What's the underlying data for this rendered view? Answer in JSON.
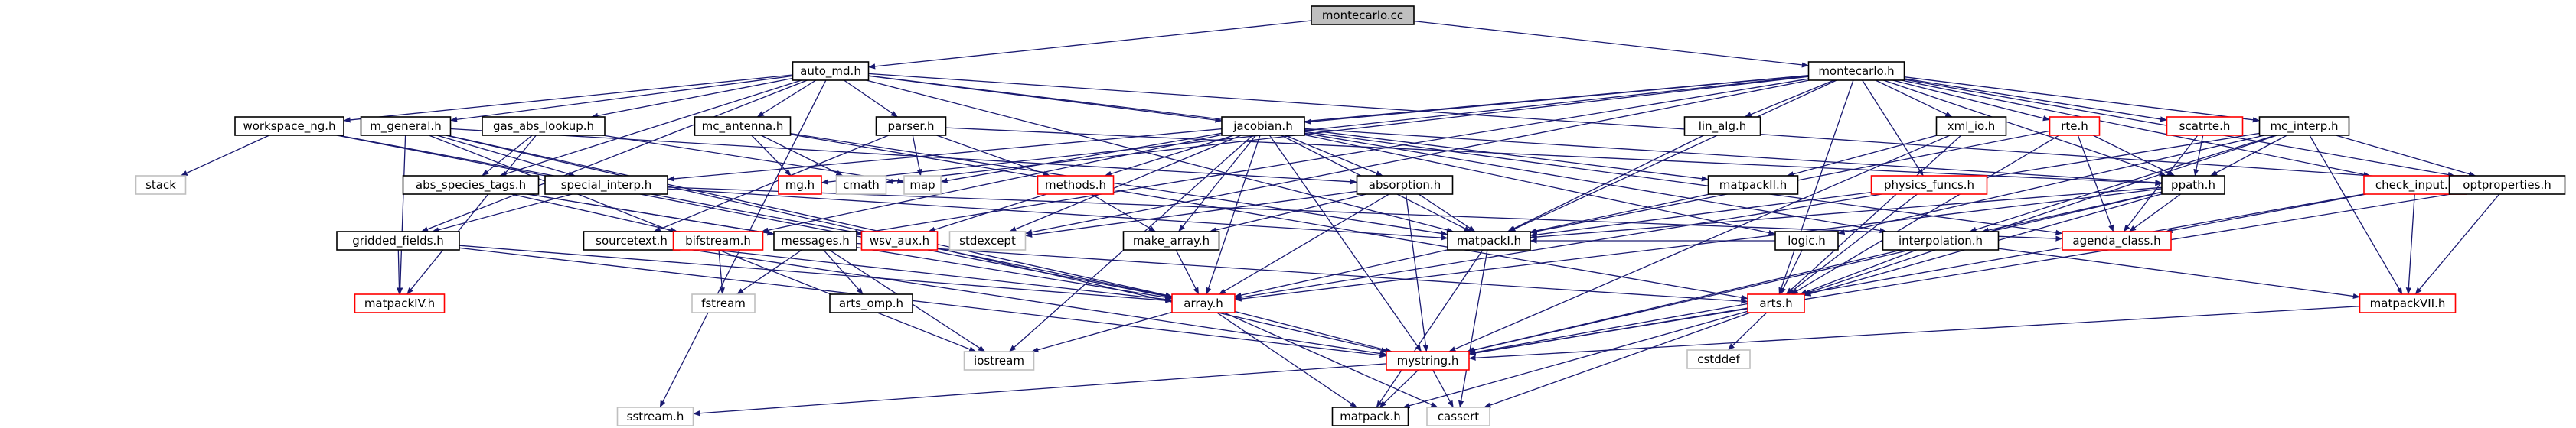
{
  "title": "",
  "colors": {
    "root_fill": "#bfbfbf",
    "node_fill": "#ffffff",
    "node_border": "#000000",
    "linked_border": "#ff0000",
    "external_border": "#bfbfbf",
    "edge": "#191970",
    "background": "#ffffff"
  },
  "nodes": [
    {
      "id": "montecarlo_cc",
      "label": "montecarlo.cc",
      "kind": "root"
    },
    {
      "id": "auto_md_h",
      "label": "auto_md.h",
      "kind": "normal"
    },
    {
      "id": "montecarlo_h",
      "label": "montecarlo.h",
      "kind": "normal"
    },
    {
      "id": "workspace_ng_h",
      "label": "workspace_ng.h",
      "kind": "normal"
    },
    {
      "id": "m_general_h",
      "label": "m_general.h",
      "kind": "normal"
    },
    {
      "id": "gas_abs_lookup_h",
      "label": "gas_abs_lookup.h",
      "kind": "normal"
    },
    {
      "id": "mc_antenna_h",
      "label": "mc_antenna.h",
      "kind": "normal"
    },
    {
      "id": "parser_h",
      "label": "parser.h",
      "kind": "normal"
    },
    {
      "id": "jacobian_h",
      "label": "jacobian.h",
      "kind": "normal"
    },
    {
      "id": "lin_alg_h",
      "label": "lin_alg.h",
      "kind": "normal"
    },
    {
      "id": "xml_io_h",
      "label": "xml_io.h",
      "kind": "normal"
    },
    {
      "id": "rte_h",
      "label": "rte.h",
      "kind": "linked"
    },
    {
      "id": "scatrte_h",
      "label": "scatrte.h",
      "kind": "linked"
    },
    {
      "id": "mc_interp_h",
      "label": "mc_interp.h",
      "kind": "normal"
    },
    {
      "id": "stack",
      "label": "stack",
      "kind": "external"
    },
    {
      "id": "special_interp_h",
      "label": "special_interp.h",
      "kind": "normal"
    },
    {
      "id": "abs_species_tags_h",
      "label": "abs_species_tags.h",
      "kind": "normal"
    },
    {
      "id": "methods_h",
      "label": "methods.h",
      "kind": "linked"
    },
    {
      "id": "mg_h",
      "label": "mg.h",
      "kind": "linked"
    },
    {
      "id": "cmath",
      "label": "cmath",
      "kind": "external"
    },
    {
      "id": "map",
      "label": "map",
      "kind": "external"
    },
    {
      "id": "absorption_h",
      "label": "absorption.h",
      "kind": "normal"
    },
    {
      "id": "matpackII_h",
      "label": "matpackII.h",
      "kind": "normal"
    },
    {
      "id": "physics_funcs_h",
      "label": "physics_funcs.h",
      "kind": "linked"
    },
    {
      "id": "ppath_h",
      "label": "ppath.h",
      "kind": "normal"
    },
    {
      "id": "check_input_h",
      "label": "check_input.h",
      "kind": "linked"
    },
    {
      "id": "optproperties_h",
      "label": "optproperties.h",
      "kind": "normal"
    },
    {
      "id": "gridded_fields_h",
      "label": "gridded_fields.h",
      "kind": "normal"
    },
    {
      "id": "sourcetext_h",
      "label": "sourcetext.h",
      "kind": "normal"
    },
    {
      "id": "bifstream_h",
      "label": "bifstream.h",
      "kind": "linked"
    },
    {
      "id": "messages_h",
      "label": "messages.h",
      "kind": "normal"
    },
    {
      "id": "wsv_aux_h",
      "label": "wsv_aux.h",
      "kind": "linked"
    },
    {
      "id": "stdexcept",
      "label": "stdexcept",
      "kind": "external"
    },
    {
      "id": "make_array_h",
      "label": "make_array.h",
      "kind": "normal"
    },
    {
      "id": "matpackI_h",
      "label": "matpackI.h",
      "kind": "normal"
    },
    {
      "id": "logic_h",
      "label": "logic.h",
      "kind": "normal"
    },
    {
      "id": "interpolation_h",
      "label": "interpolation.h",
      "kind": "normal"
    },
    {
      "id": "agenda_class_h",
      "label": "agenda_class.h",
      "kind": "linked"
    },
    {
      "id": "matpackIV_h",
      "label": "matpackIV.h",
      "kind": "linked"
    },
    {
      "id": "fstream",
      "label": "fstream",
      "kind": "external"
    },
    {
      "id": "arts_omp_h",
      "label": "arts_omp.h",
      "kind": "normal"
    },
    {
      "id": "array_h",
      "label": "array.h",
      "kind": "linked"
    },
    {
      "id": "arts_h",
      "label": "arts.h",
      "kind": "linked"
    },
    {
      "id": "cstddef",
      "label": "cstddef",
      "kind": "external"
    },
    {
      "id": "matpackVII_h",
      "label": "matpackVII.h",
      "kind": "linked"
    },
    {
      "id": "iostream",
      "label": "iostream",
      "kind": "external"
    },
    {
      "id": "mystring_h",
      "label": "mystring.h",
      "kind": "linked"
    },
    {
      "id": "sstream_h",
      "label": "sstream.h",
      "kind": "external"
    },
    {
      "id": "matpack_h",
      "label": "matpack.h",
      "kind": "normal"
    },
    {
      "id": "cassert",
      "label": "cassert",
      "kind": "external"
    }
  ],
  "edges": [
    [
      "montecarlo_cc",
      "auto_md_h"
    ],
    [
      "montecarlo_cc",
      "montecarlo_h"
    ],
    [
      "auto_md_h",
      "workspace_ng_h"
    ],
    [
      "auto_md_h",
      "m_general_h"
    ],
    [
      "auto_md_h",
      "gas_abs_lookup_h"
    ],
    [
      "auto_md_h",
      "mc_antenna_h"
    ],
    [
      "auto_md_h",
      "parser_h"
    ],
    [
      "auto_md_h",
      "jacobian_h"
    ],
    [
      "auto_md_h",
      "abs_species_tags_h"
    ],
    [
      "auto_md_h",
      "gridded_fields_h"
    ],
    [
      "auto_md_h",
      "matpackI_h"
    ],
    [
      "auto_md_h",
      "matpackII_h"
    ],
    [
      "auto_md_h",
      "optproperties_h"
    ],
    [
      "auto_md_h",
      "sstream_h"
    ],
    [
      "montecarlo_h",
      "lin_alg_h"
    ],
    [
      "montecarlo_h",
      "xml_io_h"
    ],
    [
      "montecarlo_h",
      "rte_h"
    ],
    [
      "montecarlo_h",
      "scatrte_h"
    ],
    [
      "montecarlo_h",
      "mc_interp_h"
    ],
    [
      "montecarlo_h",
      "check_input_h"
    ],
    [
      "montecarlo_h",
      "optproperties_h"
    ],
    [
      "montecarlo_h",
      "physics_funcs_h"
    ],
    [
      "montecarlo_h",
      "ppath_h"
    ],
    [
      "montecarlo_h",
      "special_interp_h"
    ],
    [
      "montecarlo_h",
      "mg_h"
    ],
    [
      "montecarlo_h",
      "cmath"
    ],
    [
      "montecarlo_h",
      "stdexcept"
    ],
    [
      "montecarlo_h",
      "matpackI_h"
    ],
    [
      "montecarlo_h",
      "arts_h"
    ],
    [
      "montecarlo_h",
      "messages_h"
    ],
    [
      "montecarlo_h",
      "jacobian_h"
    ],
    [
      "workspace_ng_h",
      "stack"
    ],
    [
      "workspace_ng_h",
      "wsv_aux_h"
    ],
    [
      "workspace_ng_h",
      "array_h"
    ],
    [
      "m_general_h",
      "special_interp_h"
    ],
    [
      "m_general_h",
      "absorption_h"
    ],
    [
      "m_general_h",
      "mystring_h"
    ],
    [
      "m_general_h",
      "iostream"
    ],
    [
      "m_general_h",
      "matpackIV_h"
    ],
    [
      "m_general_h",
      "array_h"
    ],
    [
      "gas_abs_lookup_h",
      "abs_species_tags_h"
    ],
    [
      "gas_abs_lookup_h",
      "matpackIV_h"
    ],
    [
      "gas_abs_lookup_h",
      "map"
    ],
    [
      "mc_antenna_h",
      "mg_h"
    ],
    [
      "mc_antenna_h",
      "cmath"
    ],
    [
      "mc_antenna_h",
      "matpackI_h"
    ],
    [
      "mc_antenna_h",
      "arts_h"
    ],
    [
      "parser_h",
      "methods_h"
    ],
    [
      "parser_h",
      "map"
    ],
    [
      "parser_h",
      "sourcetext_h"
    ],
    [
      "parser_h",
      "ppath_h"
    ],
    [
      "jacobian_h",
      "absorption_h"
    ],
    [
      "jacobian_h",
      "methods_h"
    ],
    [
      "jacobian_h",
      "map"
    ],
    [
      "jacobian_h",
      "ppath_h"
    ],
    [
      "jacobian_h",
      "matpackI_h"
    ],
    [
      "jacobian_h",
      "array_h"
    ],
    [
      "jacobian_h",
      "mystring_h"
    ],
    [
      "jacobian_h",
      "agenda_class_h"
    ],
    [
      "jacobian_h",
      "make_array_h"
    ],
    [
      "jacobian_h",
      "bifstream_h"
    ],
    [
      "jacobian_h",
      "interpolation_h"
    ],
    [
      "jacobian_h",
      "logic_h"
    ],
    [
      "jacobian_h",
      "stdexcept"
    ],
    [
      "jacobian_h",
      "iostream"
    ],
    [
      "lin_alg_h",
      "matpackI_h"
    ],
    [
      "xml_io_h",
      "matpackII_h"
    ],
    [
      "xml_io_h",
      "arts_h"
    ],
    [
      "xml_io_h",
      "mystring_h"
    ],
    [
      "rte_h",
      "ppath_h"
    ],
    [
      "rte_h",
      "agenda_class_h"
    ],
    [
      "rte_h",
      "matpackI_h"
    ],
    [
      "rte_h",
      "arts_h"
    ],
    [
      "scatrte_h",
      "ppath_h"
    ],
    [
      "scatrte_h",
      "agenda_class_h"
    ],
    [
      "mc_interp_h",
      "ppath_h"
    ],
    [
      "mc_interp_h",
      "optproperties_h"
    ],
    [
      "mc_interp_h",
      "interpolation_h"
    ],
    [
      "mc_interp_h",
      "arts_h"
    ],
    [
      "mc_interp_h",
      "array_h"
    ],
    [
      "mc_interp_h",
      "matpackVII_h"
    ],
    [
      "mc_interp_h",
      "logic_h"
    ],
    [
      "special_interp_h",
      "agenda_class_h"
    ],
    [
      "special_interp_h",
      "gridded_fields_h"
    ],
    [
      "special_interp_h",
      "matpackI_h"
    ],
    [
      "abs_species_tags_h",
      "messages_h"
    ],
    [
      "abs_species_tags_h",
      "bifstream_h"
    ],
    [
      "abs_species_tags_h",
      "array_h"
    ],
    [
      "methods_h",
      "make_array_h"
    ],
    [
      "methods_h",
      "wsv_aux_h"
    ],
    [
      "absorption_h",
      "matpackI_h"
    ],
    [
      "absorption_h",
      "make_array_h"
    ],
    [
      "absorption_h",
      "array_h"
    ],
    [
      "absorption_h",
      "mystring_h"
    ],
    [
      "absorption_h",
      "stdexcept"
    ],
    [
      "matpackII_h",
      "matpackI_h"
    ],
    [
      "physics_funcs_h",
      "matpackI_h"
    ],
    [
      "physics_funcs_h",
      "arts_h"
    ],
    [
      "ppath_h",
      "matpackI_h"
    ],
    [
      "ppath_h",
      "agenda_class_h"
    ],
    [
      "ppath_h",
      "interpolation_h"
    ],
    [
      "ppath_h",
      "arts_h"
    ],
    [
      "ppath_h",
      "array_h"
    ],
    [
      "ppath_h",
      "mystring_h"
    ],
    [
      "check_input_h",
      "matpackVII_h"
    ],
    [
      "check_input_h",
      "mystring_h"
    ],
    [
      "check_input_h",
      "agenda_class_h"
    ],
    [
      "optproperties_h",
      "matpackVII_h"
    ],
    [
      "optproperties_h",
      "mystring_h"
    ],
    [
      "gridded_fields_h",
      "matpackIV_h"
    ],
    [
      "gridded_fields_h",
      "array_h"
    ],
    [
      "gridded_fields_h",
      "mystring_h"
    ],
    [
      "sourcetext_h",
      "array_h"
    ],
    [
      "sourcetext_h",
      "mystring_h"
    ],
    [
      "bifstream_h",
      "fstream"
    ],
    [
      "messages_h",
      "arts_omp_h"
    ],
    [
      "messages_h",
      "fstream"
    ],
    [
      "messages_h",
      "iostream"
    ],
    [
      "messages_h",
      "arts_h"
    ],
    [
      "wsv_aux_h",
      "array_h"
    ],
    [
      "make_array_h",
      "array_h"
    ],
    [
      "matpackI_h",
      "array_h"
    ],
    [
      "matpackI_h",
      "matpack_h"
    ],
    [
      "matpackI_h",
      "cassert"
    ],
    [
      "logic_h",
      "arts_h"
    ],
    [
      "logic_h",
      "matpackI_h"
    ],
    [
      "interpolation_h",
      "matpackVII_h"
    ],
    [
      "interpolation_h",
      "arts_h"
    ],
    [
      "interpolation_h",
      "mystring_h"
    ],
    [
      "array_h",
      "iostream"
    ],
    [
      "array_h",
      "matpack_h"
    ],
    [
      "array_h",
      "cassert"
    ],
    [
      "array_h",
      "mystring_h"
    ],
    [
      "arts_h",
      "cstddef"
    ],
    [
      "arts_h",
      "cassert"
    ],
    [
      "arts_h",
      "matpack_h"
    ],
    [
      "arts_h",
      "mystring_h"
    ],
    [
      "matpackVII_h",
      "mystring_h"
    ],
    [
      "mystring_h",
      "matpack_h"
    ],
    [
      "mystring_h",
      "cassert"
    ],
    [
      "mystring_h",
      "sstream_h"
    ]
  ]
}
